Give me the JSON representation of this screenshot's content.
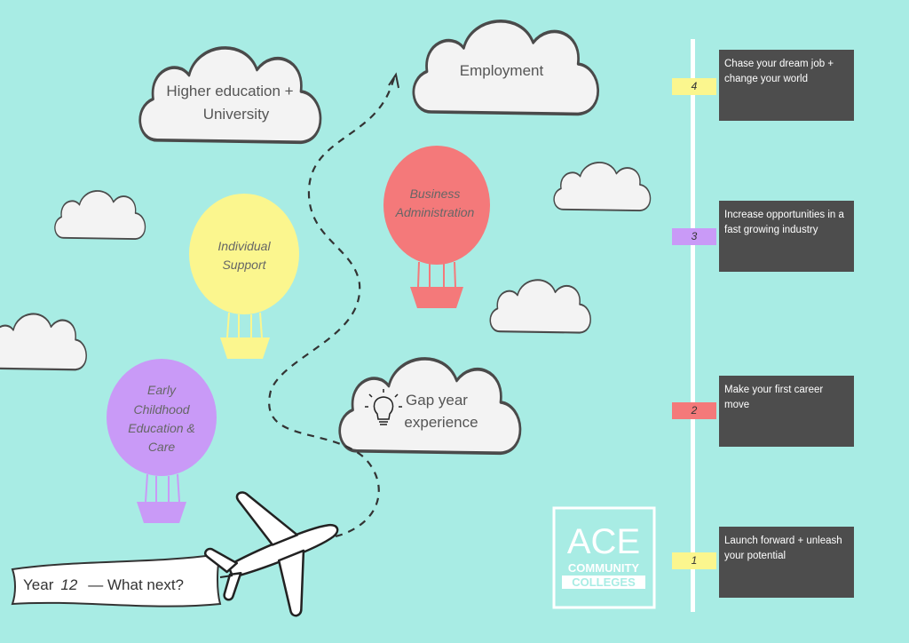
{
  "clouds": {
    "higher_education": [
      "Higher education +",
      "University"
    ],
    "employment": "Employment",
    "gap_year": [
      "Gap year",
      "experience"
    ]
  },
  "balloons": {
    "business": [
      "Business",
      "Administration"
    ],
    "individual": [
      "Individual",
      "Support"
    ],
    "early_childhood": [
      "Early",
      "Childhood",
      "Education &",
      "Care"
    ]
  },
  "banner": {
    "year_label": "Year",
    "year_num": "12",
    "question": "— What next?"
  },
  "logo": {
    "main": "ACE",
    "line1": "COMMUNITY",
    "line2": "COLLEGES"
  },
  "steps": [
    {
      "num": "4",
      "text": "Chase your dream job + change your world",
      "color": "#fbf68e"
    },
    {
      "num": "3",
      "text": "Increase opportunities in a fast growing industry",
      "color": "#c99af7"
    },
    {
      "num": "2",
      "text": "Make your first career move",
      "color": "#f4797a"
    },
    {
      "num": "1",
      "text": "Launch forward + unleash your potential",
      "color": "#fbf68e"
    }
  ],
  "colors": {
    "background": "#a8ece4",
    "balloon_business": "#f4797a",
    "balloon_individual": "#fbf68e",
    "balloon_early": "#c99af7",
    "step_box": "#4d4d4d"
  },
  "icons": {
    "gap_year": "lightbulb-icon",
    "plane": "airplane-icon"
  }
}
